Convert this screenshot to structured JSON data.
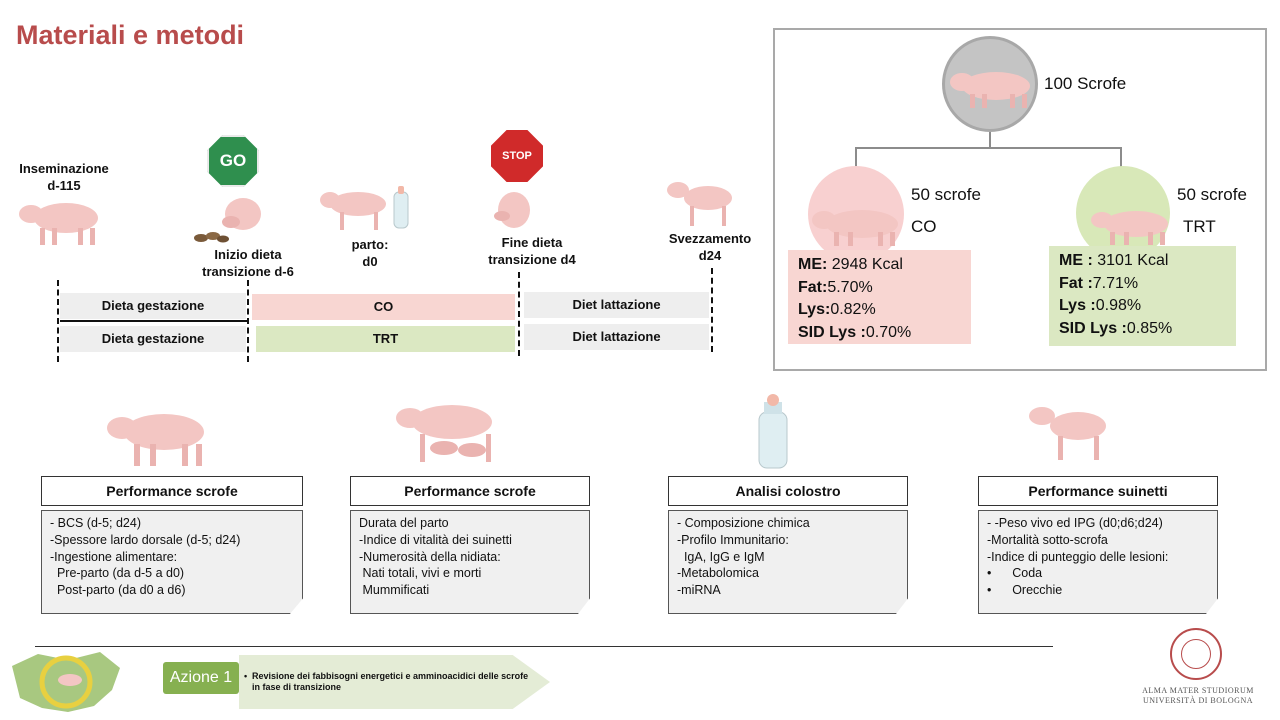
{
  "slide": {
    "title": "Materiali e metodi"
  },
  "groups": {
    "total": "100 Scrofe",
    "co": {
      "count": "50 scrofe",
      "name": "CO",
      "me_label": "ME:",
      "me_value": " 2948 Kcal",
      "fat_label": "Fat:",
      "fat_value": "5.70%",
      "lys_label": "Lys:",
      "lys_value": "0.82%",
      "sidlys_label": "SID Lys :",
      "sidlys_value": "0.70%"
    },
    "trt": {
      "count": "50 scrofe",
      "name": "TRT",
      "me_label": "ME :",
      "me_value": " 3101 Kcal",
      "fat_label": "Fat :",
      "fat_value": "7.71%",
      "lys_label": "Lys :",
      "lys_value": "0.98%",
      "sidlys_label": "SID Lys :",
      "sidlys_value": "0.85%"
    }
  },
  "timeline": {
    "insemination": "Inseminazione",
    "insemination_day": "d-115",
    "start_diet_l1": "Inizio dieta",
    "start_diet_l2": "transizione d-6",
    "birth_l1": "parto:",
    "birth_l2": "d0",
    "end_diet_l1": "Fine dieta",
    "end_diet_l2": "transizione d4",
    "weaning_l1": "Svezzamento",
    "weaning_l2": "d24",
    "go_sign": "GO",
    "stop_sign": "STOP",
    "row1": {
      "gestation": "Dieta gestazione",
      "treatment": "CO",
      "lactation": "Diet lattazione"
    },
    "row2": {
      "gestation": "Dieta gestazione",
      "treatment": "TRT",
      "lactation": "Diet lattazione"
    }
  },
  "panels": [
    {
      "header": "Performance scrofe",
      "lines": [
        "- BCS (d-5; d24)",
        "-Spessore lardo dorsale (d-5; d24)",
        "-Ingestione alimentare:",
        "  Pre-parto (da d-5 a d0)",
        "  Post-parto (da d0 a d6)"
      ]
    },
    {
      "header": "Performance scrofe",
      "lines": [
        "Durata del parto",
        "-Indice di vitalità dei suinetti",
        "-Numerosità della nidiata:",
        " Nati totali, vivi e morti",
        " Mummificati"
      ]
    },
    {
      "header": "Analisi colostro",
      "lines": [
        "- Composizione chimica",
        "-Profilo Immunitario:",
        "  IgA, IgG e IgM",
        "-Metabolomica",
        "-miRNA"
      ]
    },
    {
      "header": "Performance suinetti",
      "lines": [
        "- -Peso vivo ed IPG (d0;d6;d24)",
        "-Mortalità sotto-scrofa",
        "-Indice di punteggio delle lesioni:",
        "•      Coda",
        "•      Orecchie"
      ]
    }
  ],
  "footer": {
    "azione_label": "Azione 1",
    "azione_bullet": "•",
    "azione_text": "Revisione dei fabbisogni energetici e amminoacidici delle scrofe in fase di transizione",
    "university_l1": "ALMA MATER STUDIORUM",
    "university_l2": "UNIVERSITÀ DI BOLOGNA"
  },
  "colors": {
    "title": "#b84c4c",
    "co": "#f8d6d2",
    "trt": "#dbe8c2",
    "azione": "#86b050"
  }
}
